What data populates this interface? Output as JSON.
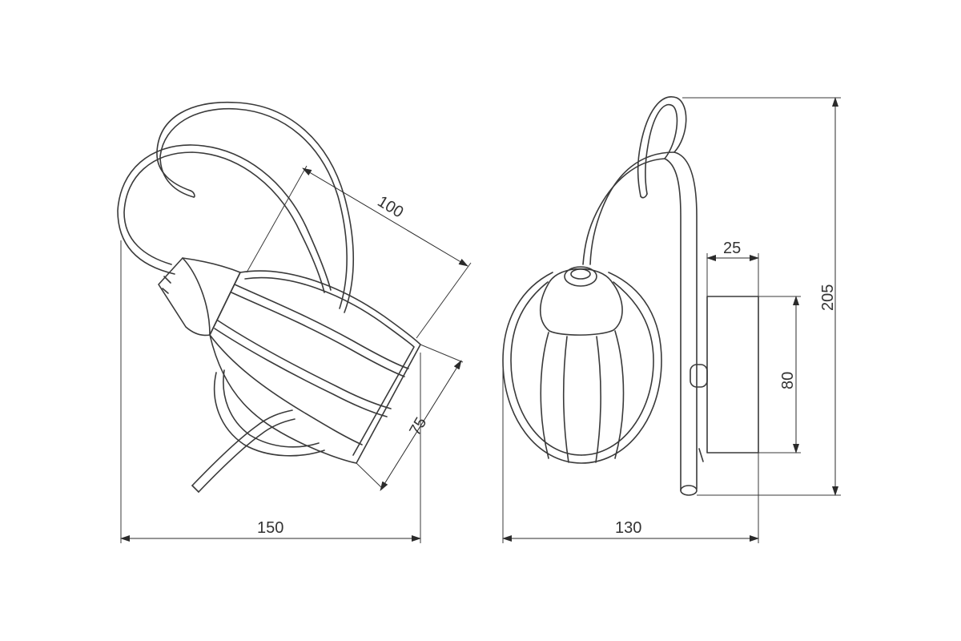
{
  "front_view": {
    "dim_width": "150",
    "dim_shade_length": "100",
    "dim_shade_diameter": "75"
  },
  "side_view": {
    "dim_depth": "130",
    "dim_height": "205",
    "dim_base_depth": "25",
    "dim_base_height": "80"
  },
  "colors": {
    "line": "#3a3a3a",
    "background": "#ffffff"
  }
}
